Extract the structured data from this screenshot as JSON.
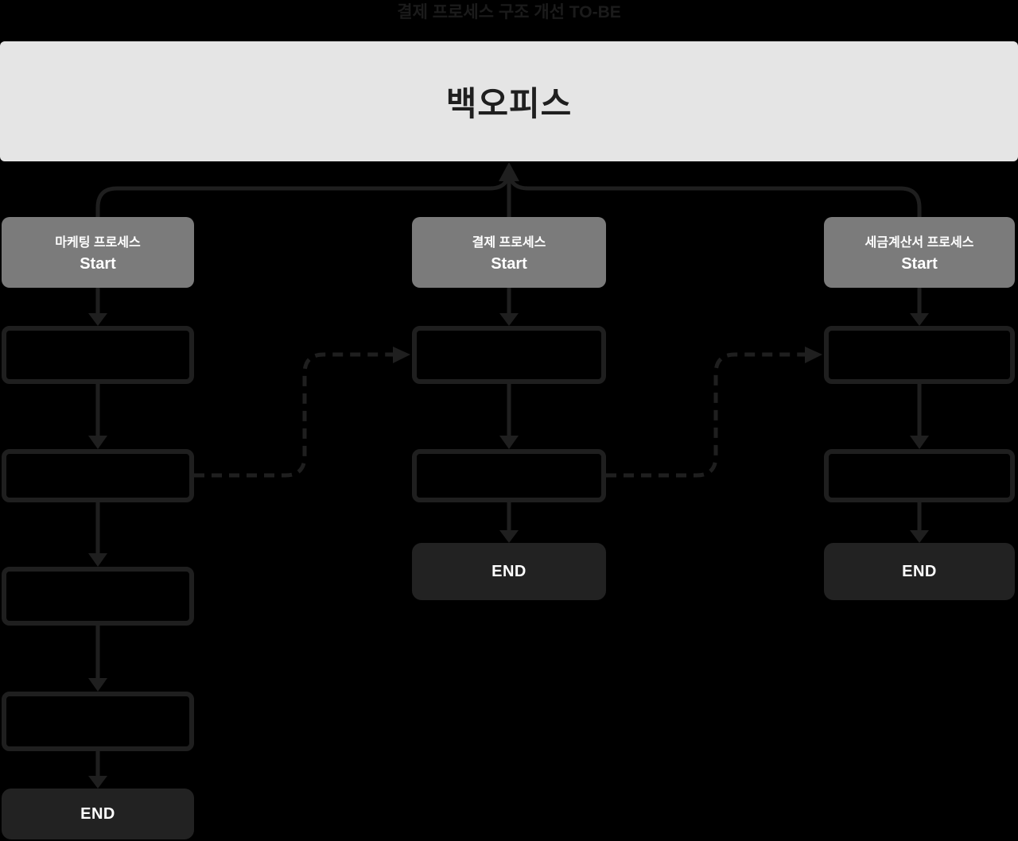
{
  "title": "결제 프로세스 구조 개선 TO-BE",
  "root": {
    "label": "백오피스"
  },
  "columns": [
    {
      "name": "marketing-process",
      "header": {
        "title": "마케팅 프로세스",
        "subtitle": "Start"
      },
      "steps": [
        {
          "label": ""
        },
        {
          "label": ""
        },
        {
          "label": ""
        },
        {
          "label": ""
        }
      ],
      "end_label": "END"
    },
    {
      "name": "payment-process",
      "header": {
        "title": "결제 프로세스",
        "subtitle": "Start"
      },
      "steps": [
        {
          "label": ""
        },
        {
          "label": ""
        }
      ],
      "end_label": "END"
    },
    {
      "name": "tax-invoice-process",
      "header": {
        "title": "세금계산서 프로세스",
        "subtitle": "Start"
      },
      "steps": [
        {
          "label": ""
        },
        {
          "label": ""
        }
      ],
      "end_label": "END"
    }
  ],
  "colors": {
    "background": "#000000",
    "title_color": "#1b1b1b",
    "root_box_fill": "#e5e5e5",
    "root_box_text": "#1f1f1f",
    "header_box_fill": "#7b7b7b",
    "outline_color": "#1f1f1f",
    "end_box_fill": "#222222",
    "text_light": "#ffffff"
  }
}
